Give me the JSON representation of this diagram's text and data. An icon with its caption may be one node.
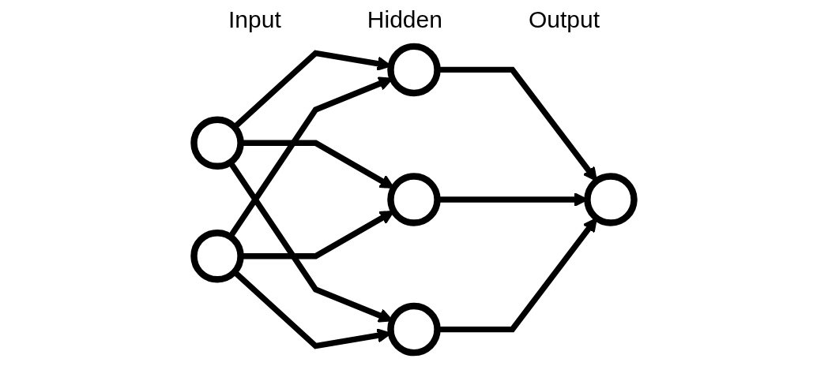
{
  "diagram": {
    "nodes": [
      {
        "text": [],
        "shape": "circle"
      },
      {
        "text": [],
        "shape": "circle"
      },
      {
        "text": [],
        "shape": "circle"
      },
      {
        "text": [],
        "shape": "circle"
      },
      {
        "text": [],
        "shape": "circle"
      },
      {
        "text": [],
        "shape": "circle"
      }
    ],
    "edges": [
      {
        "from": 0,
        "to": 2,
        "arrow": "to"
      },
      {
        "from": 0,
        "to": 3,
        "arrow": "to"
      },
      {
        "from": 0,
        "to": 4,
        "arrow": "to"
      },
      {
        "from": 1,
        "to": 2,
        "arrow": "to"
      },
      {
        "from": 1,
        "to": 3,
        "arrow": "to"
      },
      {
        "from": 1,
        "to": 4,
        "arrow": "to"
      },
      {
        "from": 2,
        "to": 5,
        "arrow": "to"
      },
      {
        "from": 3,
        "to": 5,
        "arrow": "to"
      },
      {
        "from": 4,
        "to": 5,
        "arrow": "to"
      }
    ],
    "labels": [
      "Input",
      "Hidden",
      "Output"
    ]
  }
}
